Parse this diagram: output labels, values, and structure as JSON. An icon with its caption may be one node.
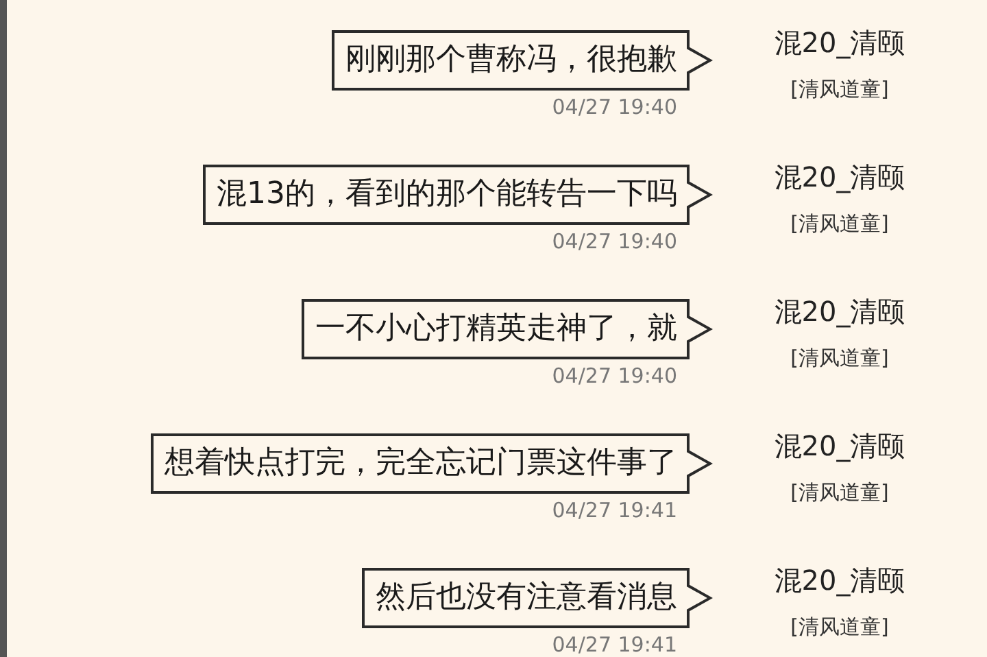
{
  "diagram": {
    "nodes": [
      {
        "text": [
          "刚刚那个曹称冯，很抱歉"
        ],
        "beside": [
          "04/27 19:40"
        ]
      },
      {
        "text": [
          "混13的，看到的那个能转告一下吗"
        ],
        "beside": [
          "04/27 19:40"
        ]
      },
      {
        "text": [
          "一不小心打精英走神了，就"
        ],
        "beside": [
          "04/27 19:40"
        ]
      },
      {
        "text": [
          "想着快点打完，完全忘记门票这件事了"
        ],
        "beside": [
          "04/27 19:41"
        ]
      },
      {
        "text": [
          "然后也没有注意看消息"
        ],
        "beside": [
          "04/27 19:41"
        ]
      }
    ],
    "labels": [
      "混20_清颐",
      "[清风道童]",
      "混20_清颐",
      "[清风道童]",
      "混20_清颐",
      "[清风道童]",
      "混20_清颐",
      "[清风道童]",
      "混20_清颐",
      "[清风道童]"
    ]
  }
}
